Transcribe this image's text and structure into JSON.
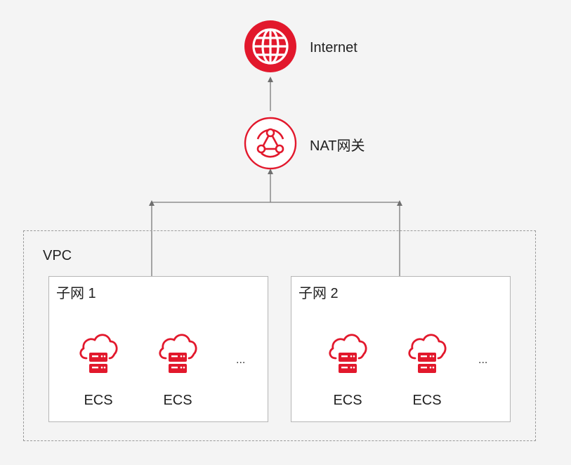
{
  "nodes": {
    "internet": {
      "label": "Internet",
      "icon": "globe-icon"
    },
    "nat": {
      "label": "NAT网关",
      "icon": "nat-gateway-icon"
    }
  },
  "vpc": {
    "label": "VPC",
    "subnets": [
      {
        "label": "子网 1",
        "instances": [
          {
            "label": "ECS",
            "icon": "cloud-server-icon"
          },
          {
            "label": "ECS",
            "icon": "cloud-server-icon"
          }
        ],
        "more": "..."
      },
      {
        "label": "子网 2",
        "instances": [
          {
            "label": "ECS",
            "icon": "cloud-server-icon"
          },
          {
            "label": "ECS",
            "icon": "cloud-server-icon"
          }
        ],
        "more": "..."
      }
    ]
  },
  "colors": {
    "accent": "#e2182c",
    "connector": "#7a7a7a",
    "background": "#f4f4f4"
  }
}
